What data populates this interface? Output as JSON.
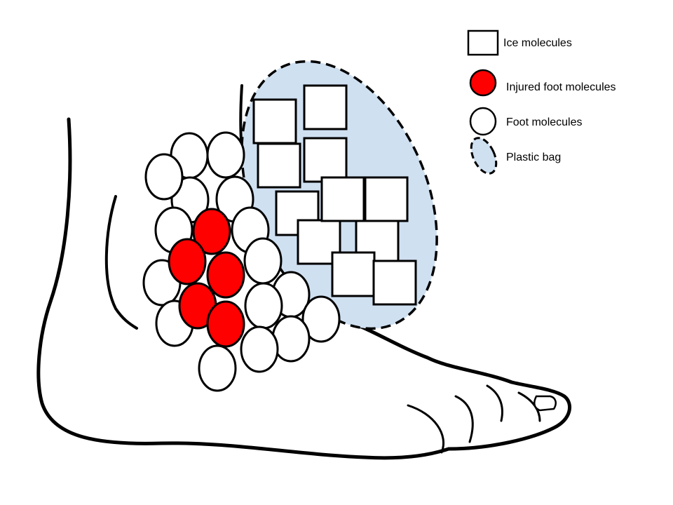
{
  "legend": {
    "items": [
      {
        "label": "Ice molecules",
        "icon": "square-icon"
      },
      {
        "label": "Injured foot molecules",
        "icon": "red-circle-icon"
      },
      {
        "label": "Foot molecules",
        "icon": "white-circle-icon"
      },
      {
        "label": "Plastic bag",
        "icon": "dashed-ellipse-icon"
      }
    ]
  },
  "colors": {
    "injured": "#ff0000",
    "bag": "#cfe0f1",
    "outline": "#000000"
  }
}
